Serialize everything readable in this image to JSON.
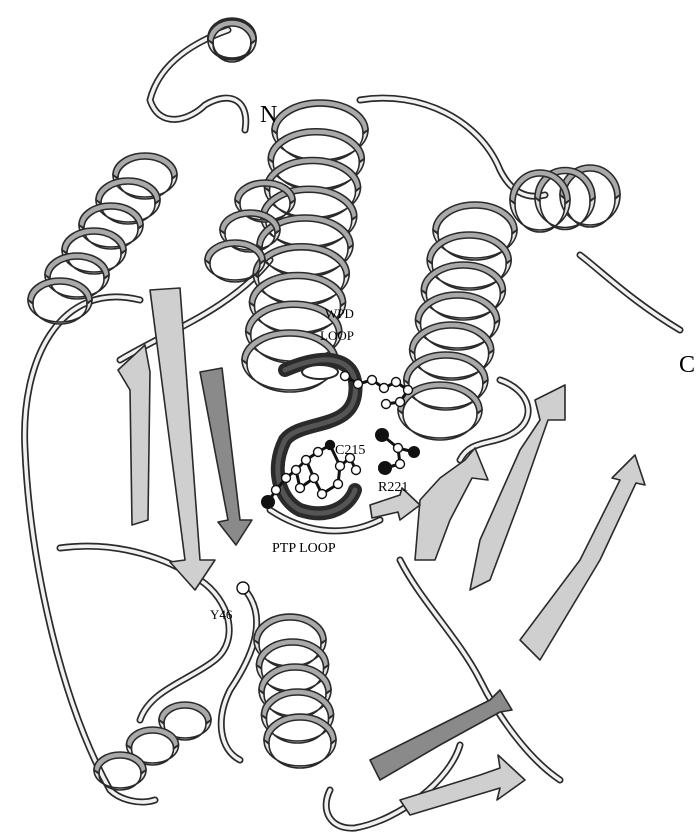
{
  "labels": {
    "n_terminus": "N",
    "c_terminus": "C",
    "wpd_loop_line1": "WPD",
    "wpd_loop_line2": "LOOP",
    "cys": "C215",
    "arg": "R221",
    "ptp_loop": "PTP LOOP",
    "tyr": "Y46"
  },
  "colors": {
    "ink": "#2a2a2a",
    "helix_light": "#e4e4e4",
    "helix_dark": "#a9a9a9",
    "strand": "#cfcfcf",
    "ptp_loop": "#3a3a3a"
  }
}
